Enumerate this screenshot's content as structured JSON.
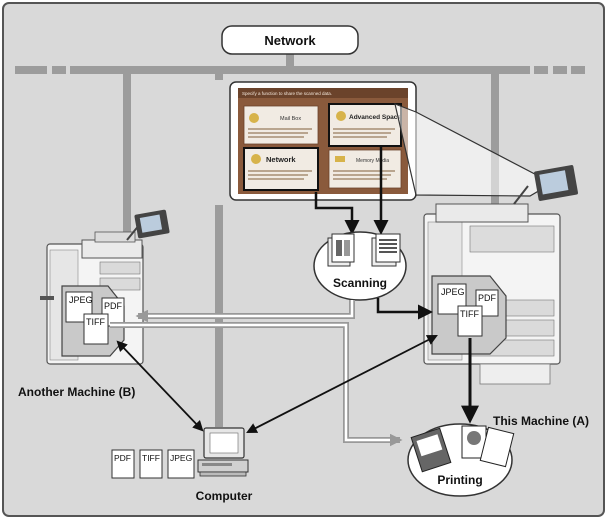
{
  "labels": {
    "network": "Network",
    "another_machine": "Another Machine (B)",
    "this_machine": "This Machine (A)",
    "computer": "Computer",
    "scanning": "Scanning",
    "printing": "Printing"
  },
  "screen": {
    "header": "Specify a function to share the scanned data.",
    "mail_box": "Mail Box",
    "advanced_space": "Advanced Space",
    "network": "Network",
    "memory_media": "Memory Media"
  },
  "file_icons": {
    "jpeg": "JPEG",
    "pdf": "PDF",
    "tiff": "TIFF"
  },
  "colors": {
    "background": "#d9d9d9",
    "network_line": "#9c9c9c",
    "arrow": "#111111",
    "screen_bg": "#8a5a3c"
  }
}
